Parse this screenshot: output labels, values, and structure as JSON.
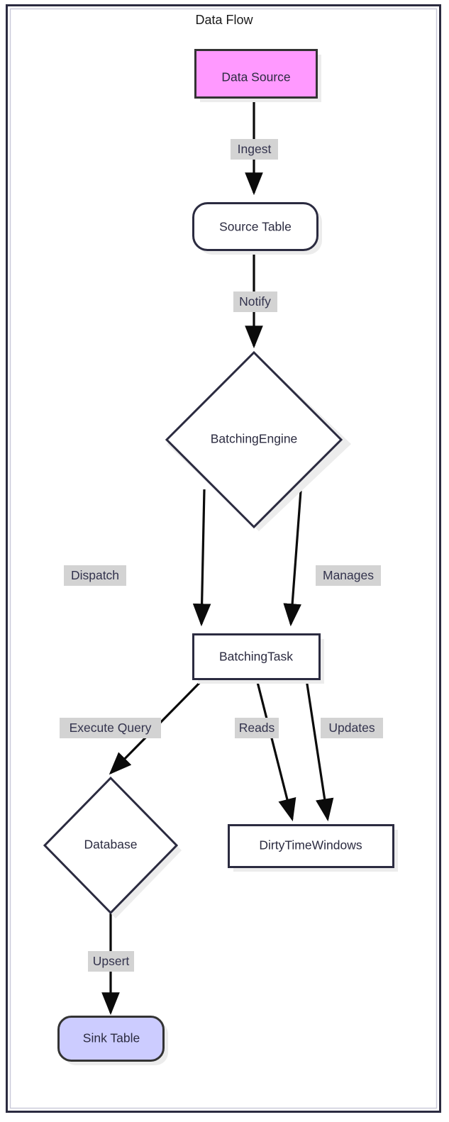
{
  "diagram": {
    "title": "Data Flow",
    "type": "flowchart",
    "direction": "top-down",
    "colors": {
      "frame_border": "#2b2b40",
      "node_border_default": "#2b2b40",
      "node_fill_default": "#ffffff",
      "node_fill_source": "#ff99ff",
      "node_border_source": "#333333",
      "node_fill_sink": "#ccccff",
      "node_border_sink": "#333333",
      "edge_stroke": "#0b0b0b",
      "edge_label_bg": "#d3d3d3",
      "edge_label_text": "#33334d",
      "node_text": "#2b2b40",
      "title_text": "#1a1a1a",
      "node_shadow": "#ececec"
    },
    "nodes": [
      {
        "id": "data-source",
        "label": "Data Source",
        "shape": "rect",
        "fill": "#ff99ff",
        "border": "#333333"
      },
      {
        "id": "source-table",
        "label": "Source Table",
        "shape": "rounded-rect",
        "fill": "#ffffff",
        "border": "#2b2b40"
      },
      {
        "id": "batching-engine",
        "label": "BatchingEngine",
        "shape": "diamond",
        "fill": "#ffffff",
        "border": "#2b2b40"
      },
      {
        "id": "batching-task",
        "label": "BatchingTask",
        "shape": "rect",
        "fill": "#ffffff",
        "border": "#2b2b40"
      },
      {
        "id": "database",
        "label": "Database",
        "shape": "diamond",
        "fill": "#ffffff",
        "border": "#2b2b40"
      },
      {
        "id": "dirty-time-windows",
        "label": "DirtyTimeWindows",
        "shape": "rect",
        "fill": "#ffffff",
        "border": "#2b2b40"
      },
      {
        "id": "sink-table",
        "label": "Sink Table",
        "shape": "rounded-rect",
        "fill": "#ccccff",
        "border": "#333333"
      }
    ],
    "edges": [
      {
        "id": "e1",
        "from": "data-source",
        "to": "source-table",
        "label": "Ingest",
        "arrow": true
      },
      {
        "id": "e2",
        "from": "source-table",
        "to": "batching-engine",
        "label": "Notify",
        "arrow": true
      },
      {
        "id": "e3",
        "from": "batching-engine",
        "to": "batching-task",
        "label": "Dispatch",
        "arrow": true
      },
      {
        "id": "e4",
        "from": "batching-engine",
        "to": "batching-task",
        "label": "Manages",
        "arrow": true
      },
      {
        "id": "e5",
        "from": "batching-task",
        "to": "database",
        "label": "Execute Query",
        "arrow": true
      },
      {
        "id": "e6",
        "from": "batching-task",
        "to": "dirty-time-windows",
        "label": "Reads",
        "arrow": true
      },
      {
        "id": "e7",
        "from": "batching-task",
        "to": "dirty-time-windows",
        "label": "Updates",
        "arrow": true
      },
      {
        "id": "e8",
        "from": "database",
        "to": "sink-table",
        "label": "Upsert",
        "arrow": true
      }
    ]
  }
}
